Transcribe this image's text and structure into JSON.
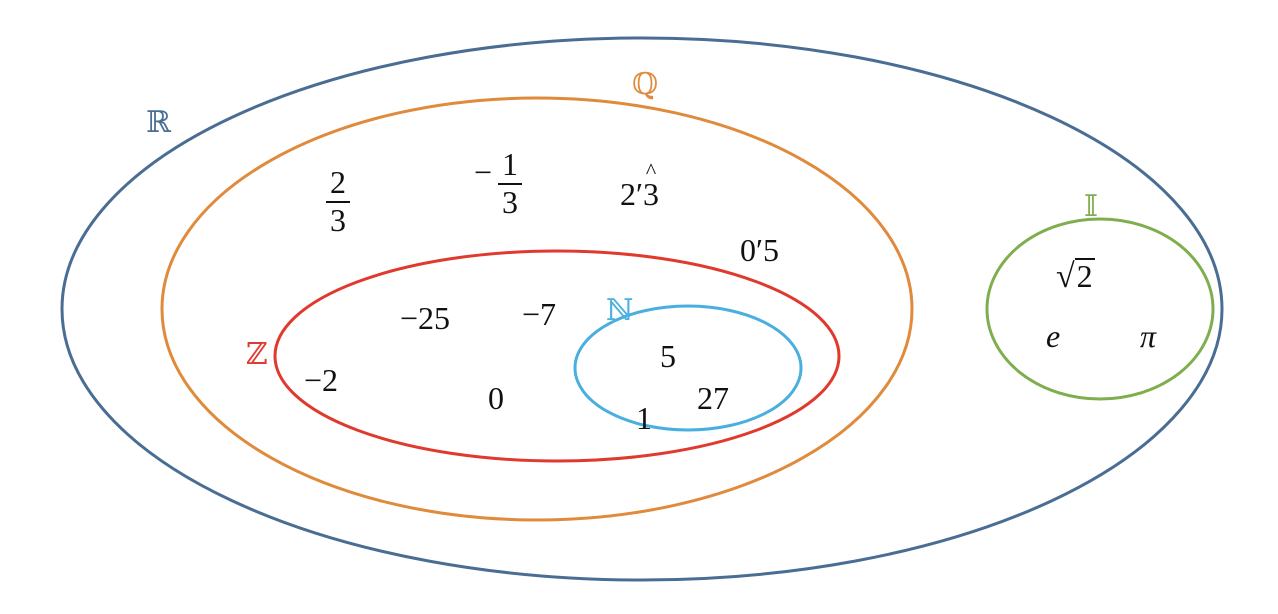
{
  "colors": {
    "real": "#4a6d93",
    "rational": "#e08a3c",
    "integer": "#e03a2e",
    "natural": "#49aee0",
    "irrational": "#7fae4f",
    "text": "#111111"
  },
  "sets": {
    "real": {
      "label": "ℝ"
    },
    "rational": {
      "label": "ℚ"
    },
    "integer": {
      "label": "ℤ"
    },
    "natural": {
      "label": "ℕ"
    },
    "irrational": {
      "label": "𝕀"
    }
  },
  "elements": {
    "rational_only": {
      "frac_a": {
        "num": "2",
        "den": "3"
      },
      "frac_b": {
        "sign": "−",
        "num": "1",
        "den": "3"
      },
      "repeating": {
        "int": "2",
        "sep": "′",
        "digit": "3"
      },
      "decimal": "0′5"
    },
    "integer_only": [
      "−25",
      "−7",
      "−2",
      "0"
    ],
    "natural": [
      "5",
      "27",
      "1"
    ],
    "irrational": {
      "sqrt_radicand": "2",
      "e": "e",
      "pi": "π"
    }
  }
}
